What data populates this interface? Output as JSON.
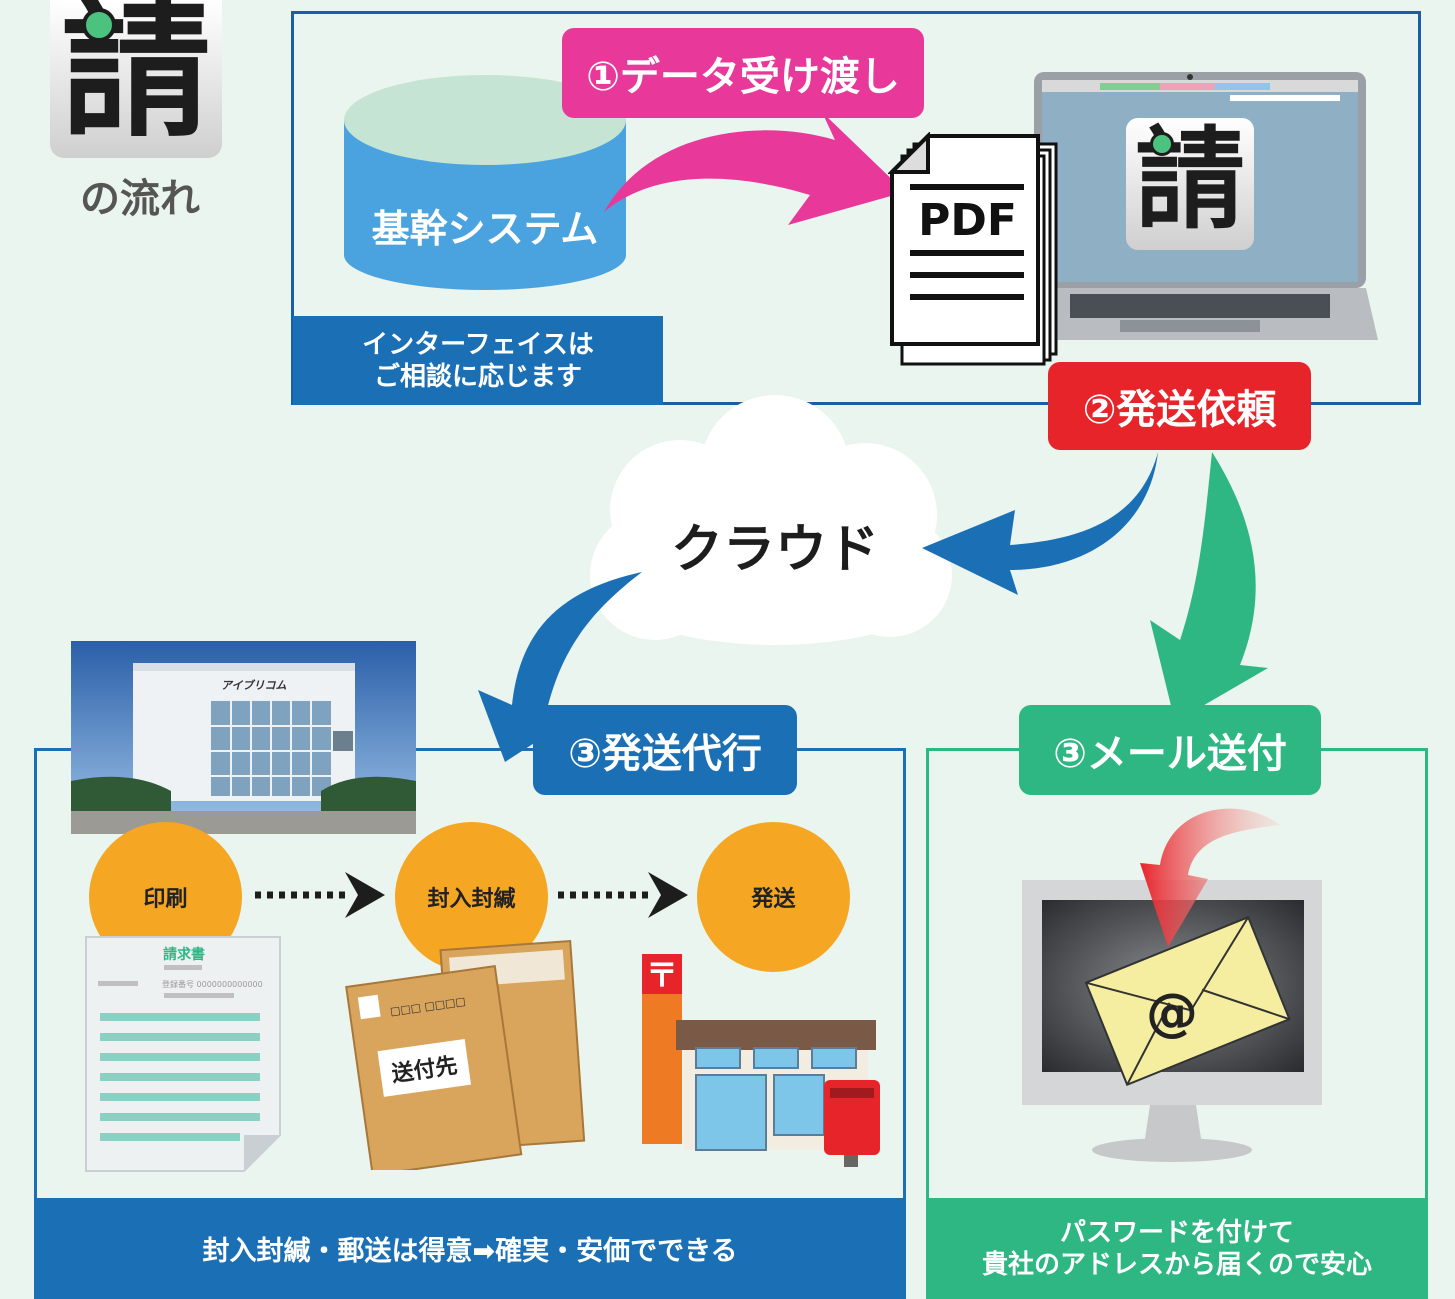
{
  "logo": {
    "glyph": "請",
    "caption": "の流れ"
  },
  "top": {
    "database_label": "基幹システム",
    "interface_note": [
      "インターフェイスは",
      "ご相談に応じます"
    ],
    "step1_label": "①データ受け渡し",
    "pdf_label": "PDF",
    "laptop_glyph": "請"
  },
  "step2_label": "②発送依頼",
  "cloud_label": "クラウド",
  "left_panel": {
    "step_label": "③発送代行",
    "building_sign": "アイブリコム",
    "steps": [
      "印刷",
      "封入封緘",
      "発送"
    ],
    "invoice_title": "請求書",
    "invoice_regnum": "登録番号 0000000000000",
    "envelope_address": "□□□ □□□□",
    "envelope_label": "送付先",
    "post_symbol": "〒",
    "footer": "封入封緘・郵送は得意➡確実・安価でできる"
  },
  "right_panel": {
    "step_label": "③メール送付",
    "mail_symbol": "@",
    "footer": [
      "パスワードを付けて",
      "貴社のアドレスから届くので安心"
    ]
  },
  "colors": {
    "background": "#e9f5ee",
    "blue": "#1a6fb5",
    "navy_border": "#1b5ea6",
    "green": "#2fb783",
    "pink": "#e8399a",
    "red": "#e8242b",
    "orange": "#f5a623",
    "db_blue": "#4aa3de",
    "db_top": "#c6e4d4"
  },
  "icons": [
    "logo-icon",
    "database-icon",
    "pdf-icon",
    "laptop-icon",
    "cloud-icon",
    "building-photo",
    "invoice-icon",
    "envelope-icon",
    "post-office-icon",
    "monitor-icon",
    "email-icon"
  ]
}
